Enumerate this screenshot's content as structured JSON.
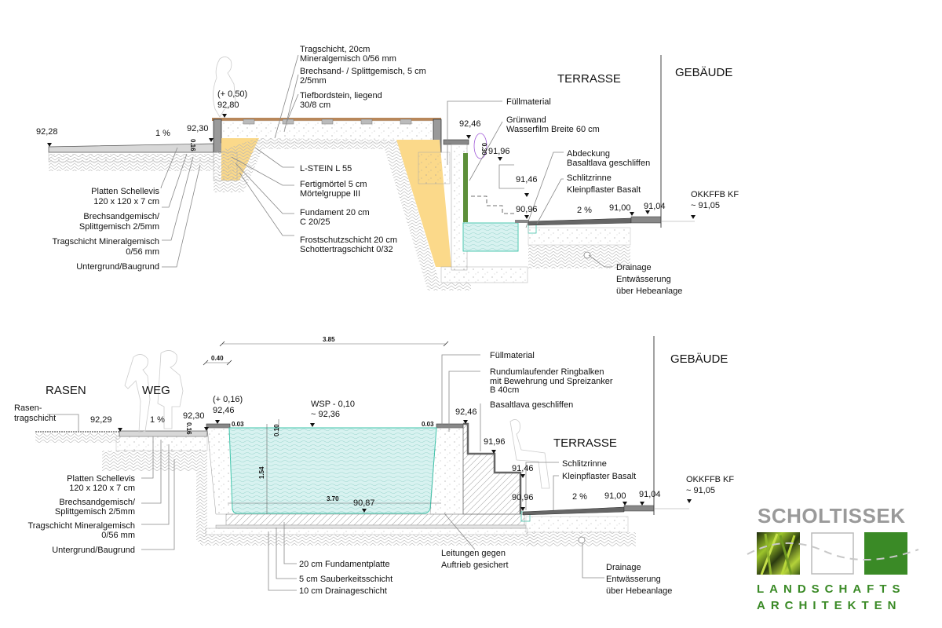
{
  "section_top": {
    "zones": {
      "terrace": "TERRASSE",
      "building": "GEBÄUDE"
    },
    "levels": {
      "path_left": "92,28",
      "path_edge": "92,30",
      "raised_top_rel": "(+ 0,50)",
      "raised_top": "92,80",
      "pool_edge": "92,46",
      "step1": "91,96",
      "step2": "91,46",
      "pool_bottom_step": "90,96",
      "terrace_a": "91,00",
      "terrace_b": "91,04",
      "floor_label": "OKKFFB KF",
      "floor_value": "~ 91,05"
    },
    "dims": {
      "curb_height": "0.16",
      "film_height": "0.30"
    },
    "slopes": {
      "path": "1 %",
      "terrace": "2 %"
    },
    "labels_left": [
      "Platten Schellevis",
      "120 x 120 x 7 cm",
      "Brechsandgemisch/",
      "Splittgemisch 2/5mm",
      "Tragschicht Mineralgemisch",
      "0/56 mm",
      "Untergrund/Baugrund"
    ],
    "labels_top": [
      "Tragschicht, 20cm",
      "Mineralgemisch 0/56 mm",
      "Brechsand- / Splittgemisch, 5 cm",
      "2/5mm",
      "Tiefbordstein, liegend",
      "30/8 cm"
    ],
    "labels_mid": [
      "L-STEIN L 55",
      "Fertigmörtel 5 cm",
      "Mörtelgruppe III",
      "Fundament 20 cm",
      "C 20/25",
      "Frostschutzschicht 20 cm",
      "Schottertragschicht 0/32"
    ],
    "labels_right": [
      "Füllmaterial",
      "Grünwand",
      "Wasserfilm Breite 60 cm",
      "Abdeckung",
      "Basaltlava geschliffen",
      "Schlitzrinne",
      "Kleinpflaster Basalt",
      "Drainage",
      "Entwässerung",
      "über Hebeanlage"
    ]
  },
  "section_bottom": {
    "zones": {
      "lawn": "RASEN",
      "path": "WEG",
      "terrace": "TERRASSE",
      "building": "GEBÄUDE",
      "lawn_layer_1": "Rasen-",
      "lawn_layer_2": "tragschicht"
    },
    "levels": {
      "lawn": "92,29",
      "path_edge": "92,30",
      "pool_edge_rel": "(+ 0,16)",
      "pool_edge": "92,46",
      "water_rel": "WSP - 0,10",
      "water": "~ 92,36",
      "pool_bottom": "90,87",
      "step_top": "92,46",
      "step1": "91,96",
      "step2": "91,46",
      "step3": "90,96",
      "terrace_a": "91,00",
      "terrace_b": "91,04",
      "floor_label": "OKKFFB KF",
      "floor_value": "~ 91,05"
    },
    "dims": {
      "overall_width": "3.85",
      "coping_width": "0.40",
      "inner_width": "3.70",
      "depth": "1.54",
      "freeboard": "0.10",
      "overhang_left": "0.03",
      "overhang_right": "0.03",
      "curb_height": "0.16"
    },
    "slopes": {
      "path": "1 %",
      "terrace": "2 %"
    },
    "labels_left": [
      "Platten Schellevis",
      "120 x 120 x 7 cm",
      "Brechsandgemisch/",
      "Splittgemisch 2/5mm",
      "Tragschicht Mineralgemisch",
      "0/56 mm",
      "Untergrund/Baugrund"
    ],
    "labels_base": [
      "20 cm Fundamentplatte",
      "5 cm Sauberkeitsschicht",
      "10 cm Drainageschicht"
    ],
    "labels_pipes": [
      "Leitungen gegen",
      "Auftrieb gesichert"
    ],
    "labels_right": [
      "Füllmaterial",
      "Rundumlaufender Ringbalken",
      "mit Bewehrung und Spreizanker",
      "B 40cm",
      "Basaltlava geschliffen",
      "Schlitzrinne",
      "Kleinpflaster Basalt",
      "Drainage",
      "Entwässerung",
      "über Hebeanlage"
    ]
  },
  "logo": {
    "name": "SCHOLTISSEK",
    "line1": "LANDSCHAFTS",
    "line2": "ARCHITEKTEN",
    "colors": {
      "grey": "#9a9a9a",
      "green": "#3a8a26",
      "photo_green": "#8dbb2a"
    }
  },
  "colors": {
    "water": "#d8f2f0",
    "water_line": "#3cc4aa",
    "sand_fill": "#fbd98a",
    "green_wall": "#5d8f3a",
    "wood": "#b8875a",
    "stone": "#9a9a9a"
  }
}
